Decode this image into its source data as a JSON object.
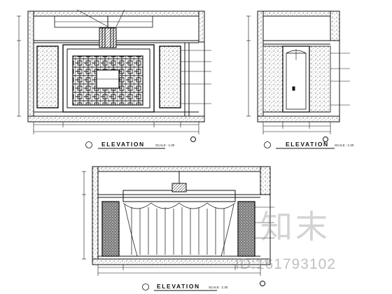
{
  "colors": {
    "ink": "#111111",
    "hatch": "#555555",
    "watermark": "#9a9a9a"
  },
  "drawings": [
    {
      "id": "A",
      "title": "ELEVATION",
      "scale": "SCALE : 1:30"
    },
    {
      "id": "B",
      "title": "ELEVATION",
      "scale": "SCALE : 1:30"
    },
    {
      "id": "C",
      "title": "ELEVATION",
      "scale": "SCALE : 1:30"
    }
  ],
  "watermark": {
    "brand": "知末",
    "id_text": "ID:161793102"
  }
}
